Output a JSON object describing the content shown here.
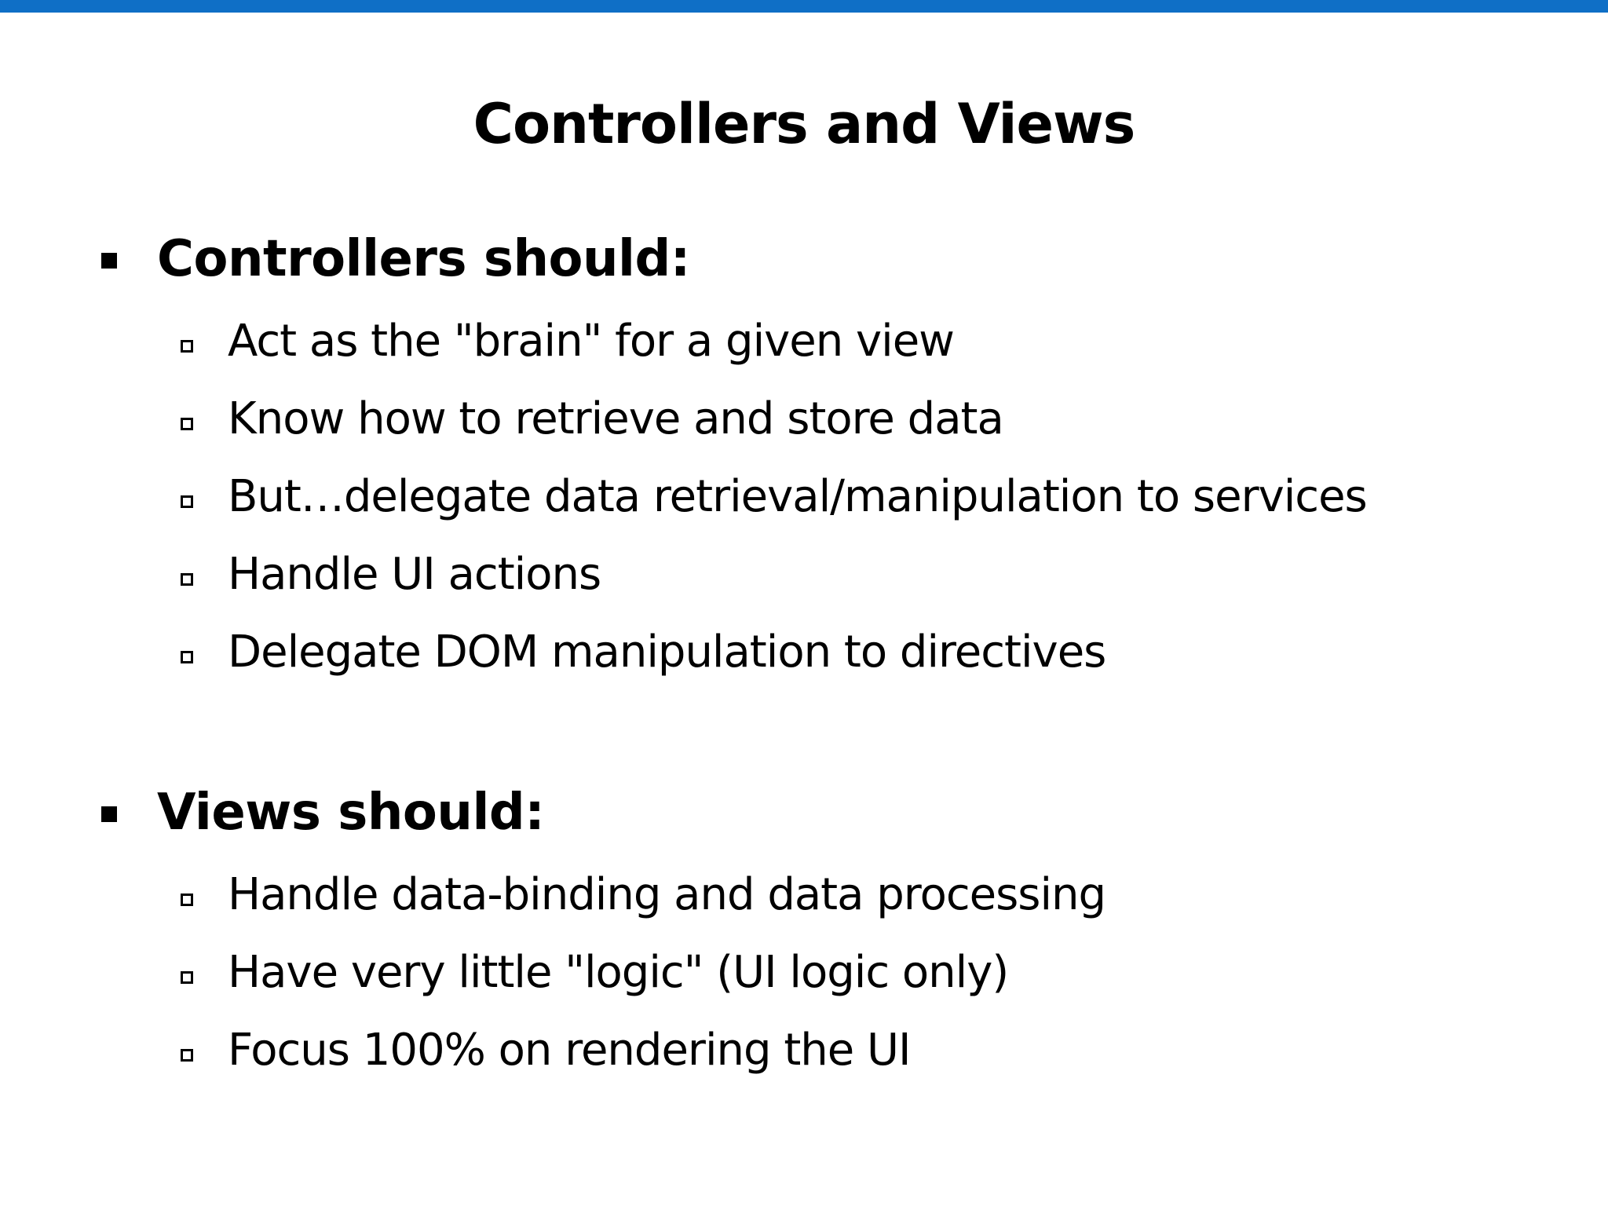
{
  "slide": {
    "title": "Controllers and Views",
    "accent_color": "#0f6fc6"
  },
  "sections": [
    {
      "label": "Controllers should:",
      "items": [
        "Act as the \"brain\" for a given view",
        "Know how to retrieve and store data",
        "But…delegate data retrieval/manipulation to services",
        "Handle UI actions",
        "Delegate DOM manipulation to directives"
      ]
    },
    {
      "label": "Views should:",
      "items": [
        "Handle data-binding and data processing",
        "Have very little \"logic\" (UI logic only)",
        "Focus 100% on rendering the UI"
      ]
    }
  ]
}
